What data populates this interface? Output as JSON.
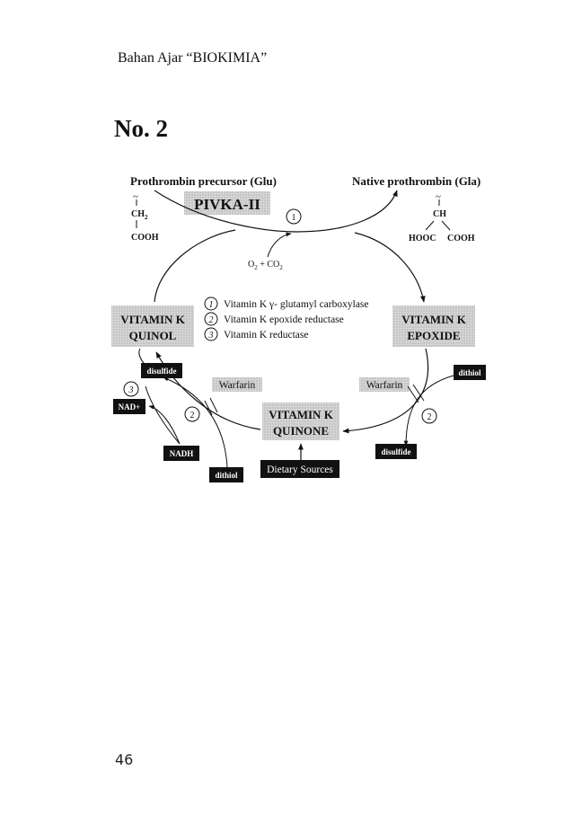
{
  "page": {
    "header": "Bahan Ajar “BIOKIMIA”",
    "page_number": "46"
  },
  "figure": {
    "title": "No. 2",
    "precursor_label": "Prothrombin precursor (Glu)",
    "precursor_formula": {
      "ch2": "CH",
      "ch2_sub": "2",
      "cooh": "COOH"
    },
    "pivka": "PIVKA-II",
    "native_label": "Native prothrombin (Gla)",
    "native_formula": {
      "ch": "CH",
      "hooc": "HOOC",
      "cooh": "COOH"
    },
    "o2_co2": {
      "o": "O",
      "o_sub": "2",
      "plus": " + CO",
      "co_sub": "2"
    },
    "step_numbers": [
      "1",
      "2",
      "3"
    ],
    "legend": [
      {
        "num": "1",
        "text": "Vitamin K γ- glutamyl carboxylase"
      },
      {
        "num": "2",
        "text": "Vitamin K epoxide reductase"
      },
      {
        "num": "3",
        "text": "Vitamin K reductase"
      }
    ],
    "quinol": [
      "VITAMIN K",
      "QUINOL"
    ],
    "epoxide": [
      "VITAMIN K",
      "EPOXIDE"
    ],
    "quinone": [
      "VITAMIN K",
      "QUINONE"
    ],
    "warfarin": "Warfarin",
    "disulfide": "disulfide",
    "dithiol": "dithiol",
    "nad_plus": "NAD+",
    "nadh": "NADH",
    "dietary_sources": "Dietary Sources"
  }
}
